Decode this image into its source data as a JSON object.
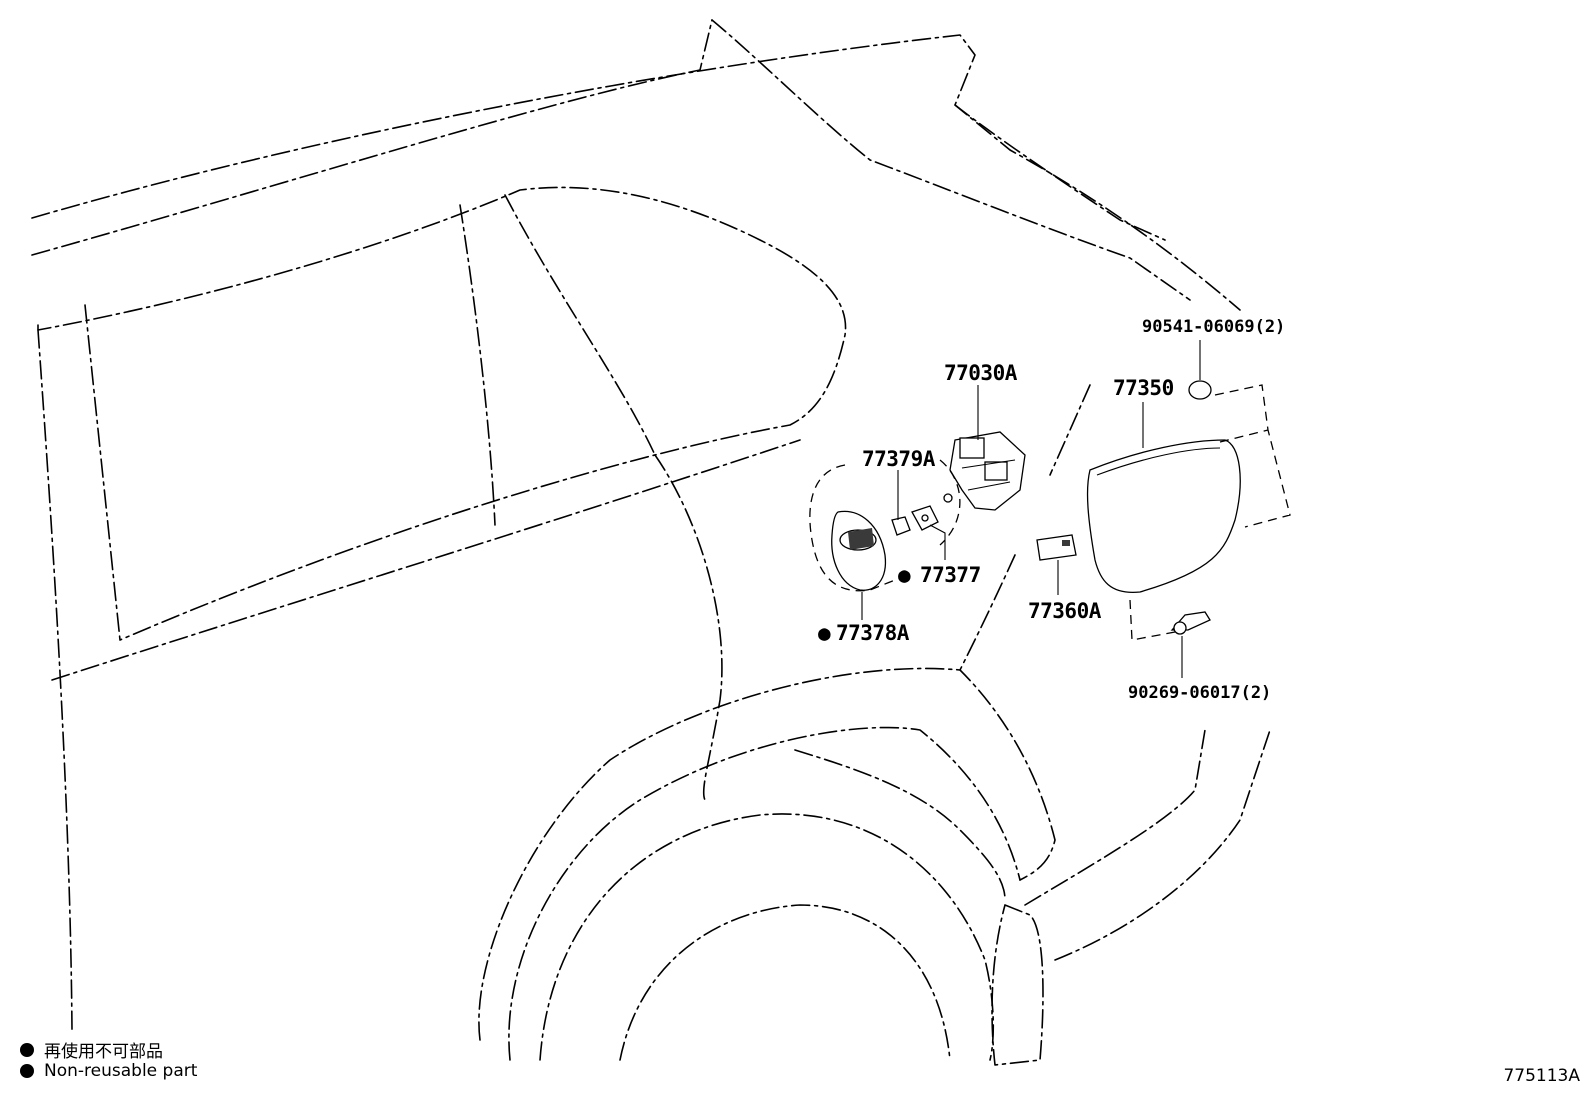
{
  "parts": {
    "p90541": "90541-06069(2)",
    "p77350": "77350",
    "p77030": "77030A",
    "p77379": "77379A",
    "p77377": "77377",
    "p77378": "77378A",
    "p77360": "77360A",
    "p90269": "90269-06017(2)"
  },
  "non_reusable_marker": "●",
  "legend": {
    "ja": "再使用不可部品",
    "en": "Non-reusable part"
  },
  "figure_code": "775113A"
}
